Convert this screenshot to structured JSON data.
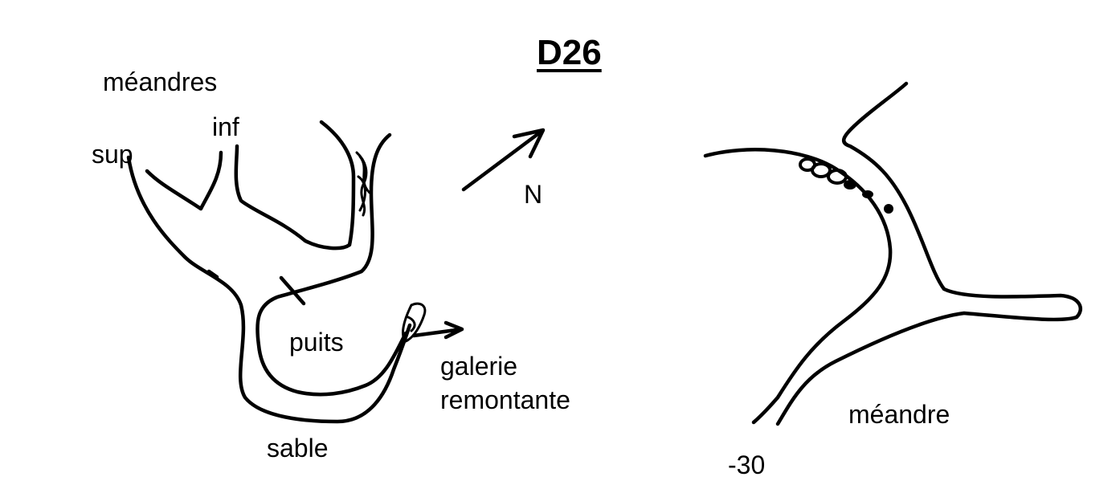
{
  "title": "D26",
  "labels": {
    "meandres": "méandres",
    "inf": "inf",
    "sup": "sup",
    "north": "N",
    "puits": "puits",
    "galerie_line1": "galerie",
    "galerie_line2": "remontante",
    "sable": "sable",
    "meandre": "méandre",
    "depth": "-30"
  },
  "colors": {
    "ink": "#000000",
    "background": "#ffffff"
  }
}
